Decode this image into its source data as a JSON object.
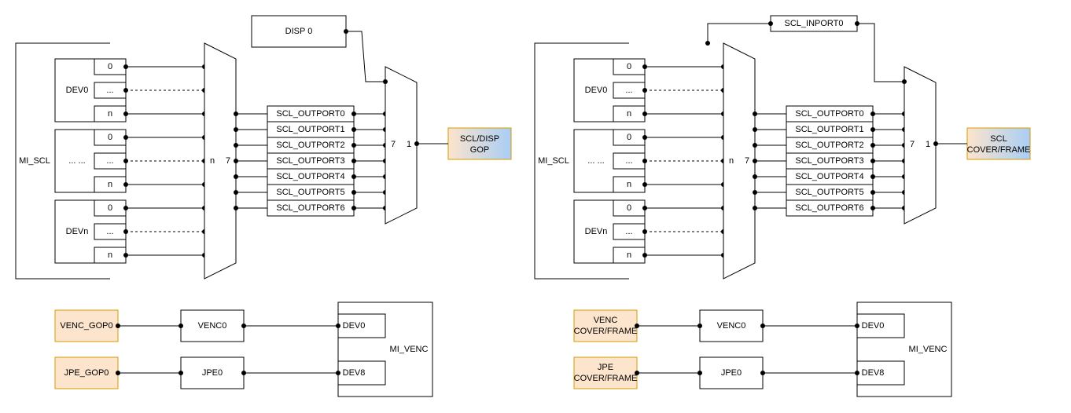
{
  "left": {
    "mi_scl": "MI_SCL",
    "dev0": "DEV0",
    "devmid": "... ...",
    "devn": "DEVn",
    "port_labels": [
      "0",
      "...",
      "n"
    ],
    "mux1_in": "n",
    "mux1_out": "7",
    "outports": [
      "SCL_OUTPORT0",
      "SCL_OUTPORT1",
      "SCL_OUTPORT2",
      "SCL_OUTPORT3",
      "SCL_OUTPORT4",
      "SCL_OUTPORT5",
      "SCL_OUTPORT6"
    ],
    "top_box": "DISP 0",
    "mux2_in": "7",
    "mux2_out": "1",
    "dest_line1": "SCL/DISP",
    "dest_line2": "GOP",
    "venc_src": "VENC_GOP0",
    "jpe_src": "JPE_GOP0",
    "venc": "VENC0",
    "jpe": "JPE0",
    "mi_venc": "MI_VENC",
    "venc_dev0": "DEV0",
    "venc_dev8": "DEV8"
  },
  "right": {
    "mi_scl": "MI_SCL",
    "dev0": "DEV0",
    "devmid": "... ...",
    "devn": "DEVn",
    "port_labels": [
      "0",
      "...",
      "n"
    ],
    "mux1_in": "n",
    "mux1_out": "7",
    "outports": [
      "SCL_OUTPORT0",
      "SCL_OUTPORT1",
      "SCL_OUTPORT2",
      "SCL_OUTPORT3",
      "SCL_OUTPORT4",
      "SCL_OUTPORT5",
      "SCL_OUTPORT6"
    ],
    "top_box": "SCL_INPORT0",
    "mux2_in": "7",
    "mux2_out": "1",
    "dest_line1": "SCL",
    "dest_line2": "COVER/FRAME",
    "venc_src_line1": "VENC",
    "venc_src_line2": "COVER/FRAME",
    "jpe_src_line1": "JPE",
    "jpe_src_line2": "COVER/FRAME",
    "venc": "VENC0",
    "jpe": "JPE0",
    "mi_venc": "MI_VENC",
    "venc_dev0": "DEV0",
    "venc_dev8": "DEV8"
  },
  "colors": {
    "highlight_fill": "#fde4cc",
    "highlight_stroke": "#d79b00",
    "gradient_from": "#fde4cc",
    "gradient_to": "#a9cef5"
  }
}
